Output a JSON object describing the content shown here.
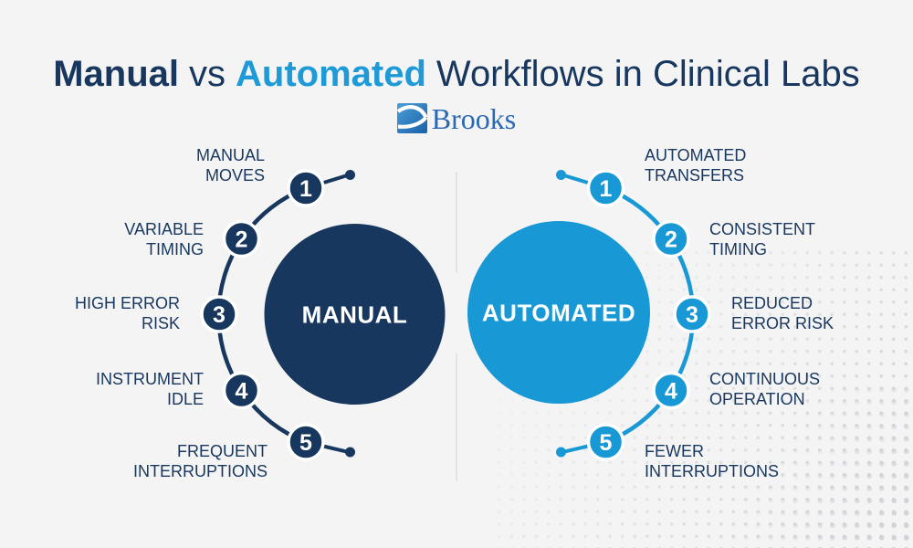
{
  "title": {
    "word1": "Manual",
    "word2": "vs",
    "word3": "Automated",
    "rest": "Workflows in Clinical Labs"
  },
  "logo": {
    "name": "Brooks",
    "icon": "brooks-swoosh-icon"
  },
  "manual": {
    "label": "MANUAL",
    "steps": [
      {
        "num": "1",
        "label": "MANUAL\nMOVES"
      },
      {
        "num": "2",
        "label": "VARIABLE\nTIMING"
      },
      {
        "num": "3",
        "label": "HIGH ERROR\nRISK"
      },
      {
        "num": "4",
        "label": "INSTRUMENT\nIDLE"
      },
      {
        "num": "5",
        "label": "FREQUENT\nINTERRUPTIONS"
      }
    ]
  },
  "automated": {
    "label": "AUTOMATED",
    "steps": [
      {
        "num": "1",
        "label": "AUTOMATED\nTRANSFERS"
      },
      {
        "num": "2",
        "label": "CONSISTENT\nTIMING"
      },
      {
        "num": "3",
        "label": "REDUCED\nERROR RISK"
      },
      {
        "num": "4",
        "label": "CONTINUOUS\nOPERATION"
      },
      {
        "num": "5",
        "label": "FEWER\nINTERRUPTIONS"
      }
    ]
  },
  "colors": {
    "navy": "#18375E",
    "blue": "#1898D5",
    "title-blue": "#1E9AD6",
    "label-text": "#18375E",
    "logo-blue": "#2A69B2",
    "background": "#F4F4F5",
    "divider": "#E3E3E5",
    "dot": "#CFD2D6"
  }
}
